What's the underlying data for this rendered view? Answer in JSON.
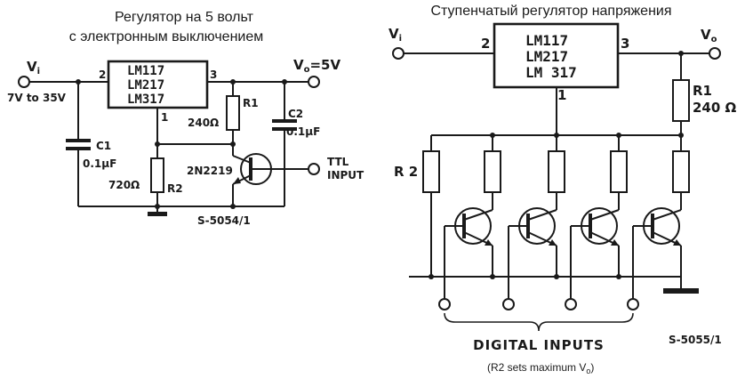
{
  "left": {
    "title_line1": "Регулятор на 5 вольт",
    "title_line2": "с электронным выключением",
    "chip_lines": [
      "LM117",
      "LM217",
      "LM317"
    ],
    "pin_in": "2",
    "pin_out": "3",
    "pin_adj": "1",
    "vin_label": "V",
    "vin_sub": "i",
    "vin_range": "7V to 35V",
    "vout_label": "V",
    "vout_sub": "o",
    "vout_value": "=5V",
    "r1_name": "R1",
    "r1_value": "240Ω",
    "r2_name": "R2",
    "r2_value": "720Ω",
    "c1_name": "C1",
    "c1_value": "0.1μF",
    "c2_name": "C2",
    "c2_value": "0.1μF",
    "transistor": "2N2219",
    "ttl_line1": "TTL",
    "ttl_line2": "INPUT",
    "code": "S-5054/1"
  },
  "right": {
    "title": "Ступенчатый регулятор напряжения",
    "chip_lines": [
      "LM117",
      "LM217",
      "LM 317"
    ],
    "pin_in": "2",
    "pin_out": "3",
    "pin_adj": "1",
    "vin_label": "V",
    "vin_sub": "i",
    "vout_label": "V",
    "vout_sub": "o",
    "r1_name": "R1",
    "r1_value": "240 Ω",
    "r2_name": "R 2",
    "inputs_label": "DIGITAL INPUTS",
    "code": "S-5055/1",
    "note": "(R2 sets maximum V",
    "note_sub": "o",
    "note_end": ")"
  },
  "colors": {
    "ink": "#1a1a1a",
    "background": "#ffffff"
  }
}
